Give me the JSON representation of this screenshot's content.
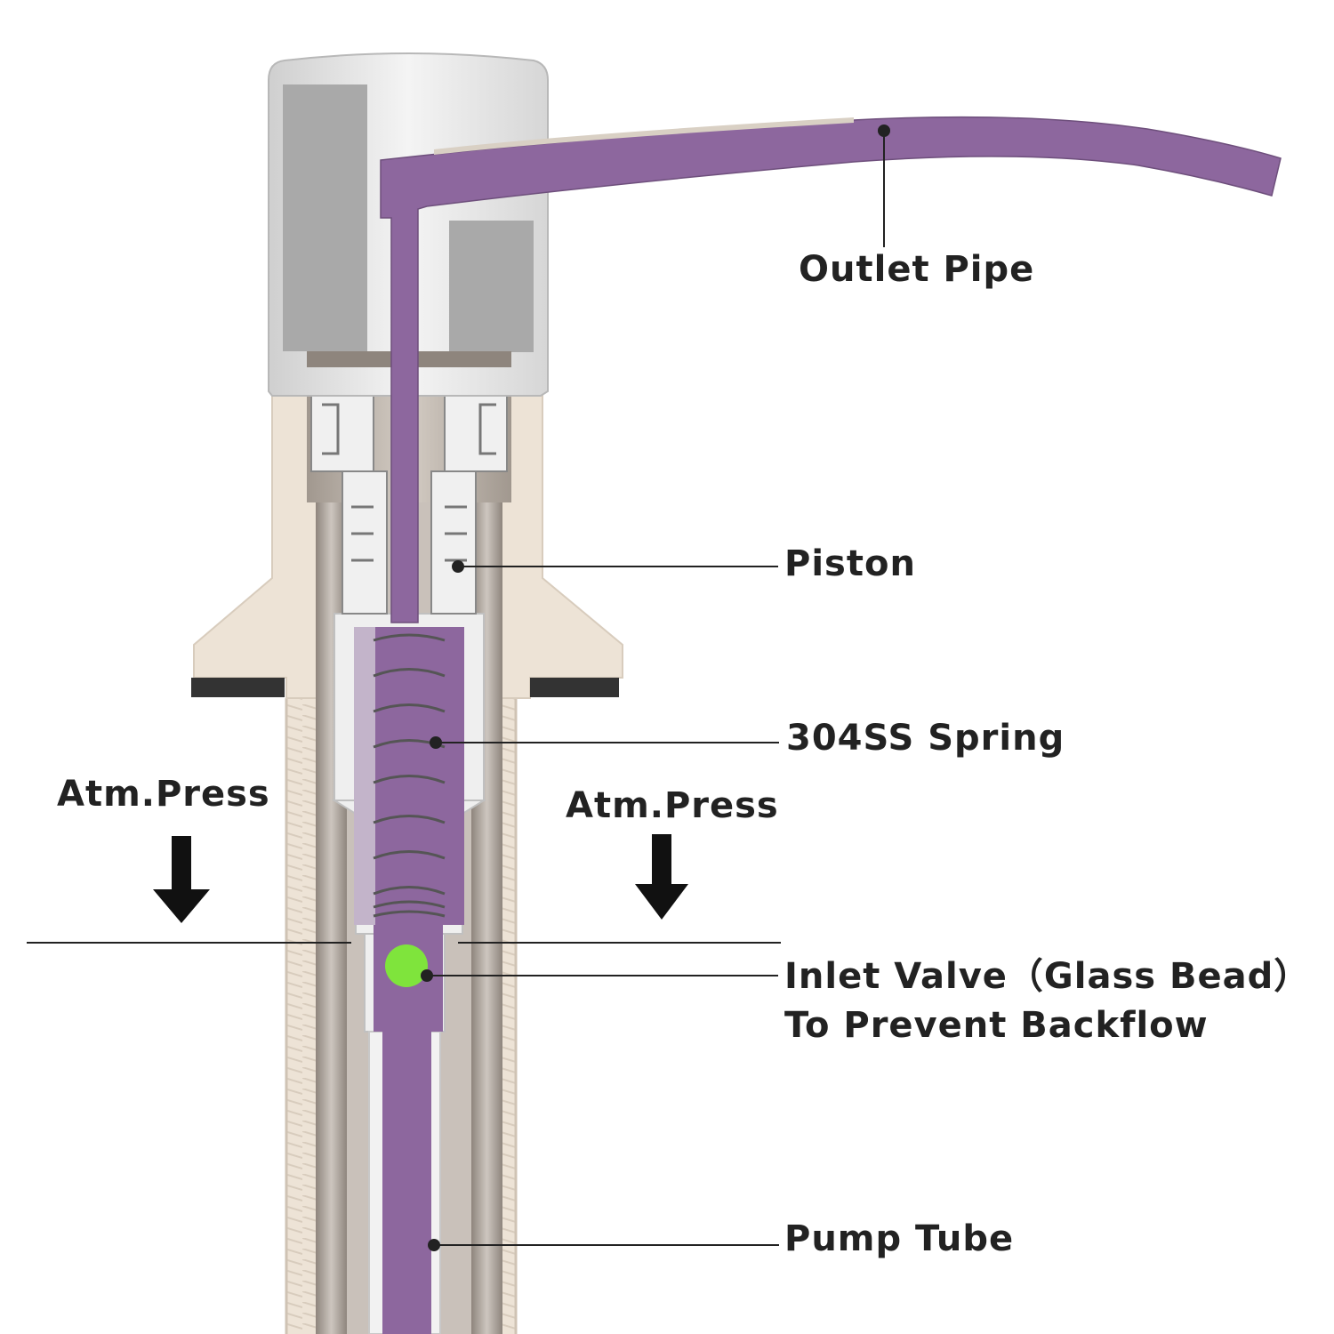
{
  "labels": {
    "outlet_pipe": "Outlet Pipe",
    "piston": "Piston",
    "spring": "304SS Spring",
    "atm_press_left": "Atm.Press",
    "atm_press_right": "Atm.Press",
    "inlet_valve": "Inlet Valve（Glass Bead）",
    "prevent_backflow": "To Prevent Backflow",
    "pump_tube": "Pump Tube"
  },
  "colors": {
    "liquid": "#8d679e",
    "housing": "#ede3d6",
    "metal": "#b7aea6",
    "chrome": "#e8e8e8",
    "glass_bead": "#7fe43c",
    "gasket": "#333333",
    "text": "#222222"
  }
}
